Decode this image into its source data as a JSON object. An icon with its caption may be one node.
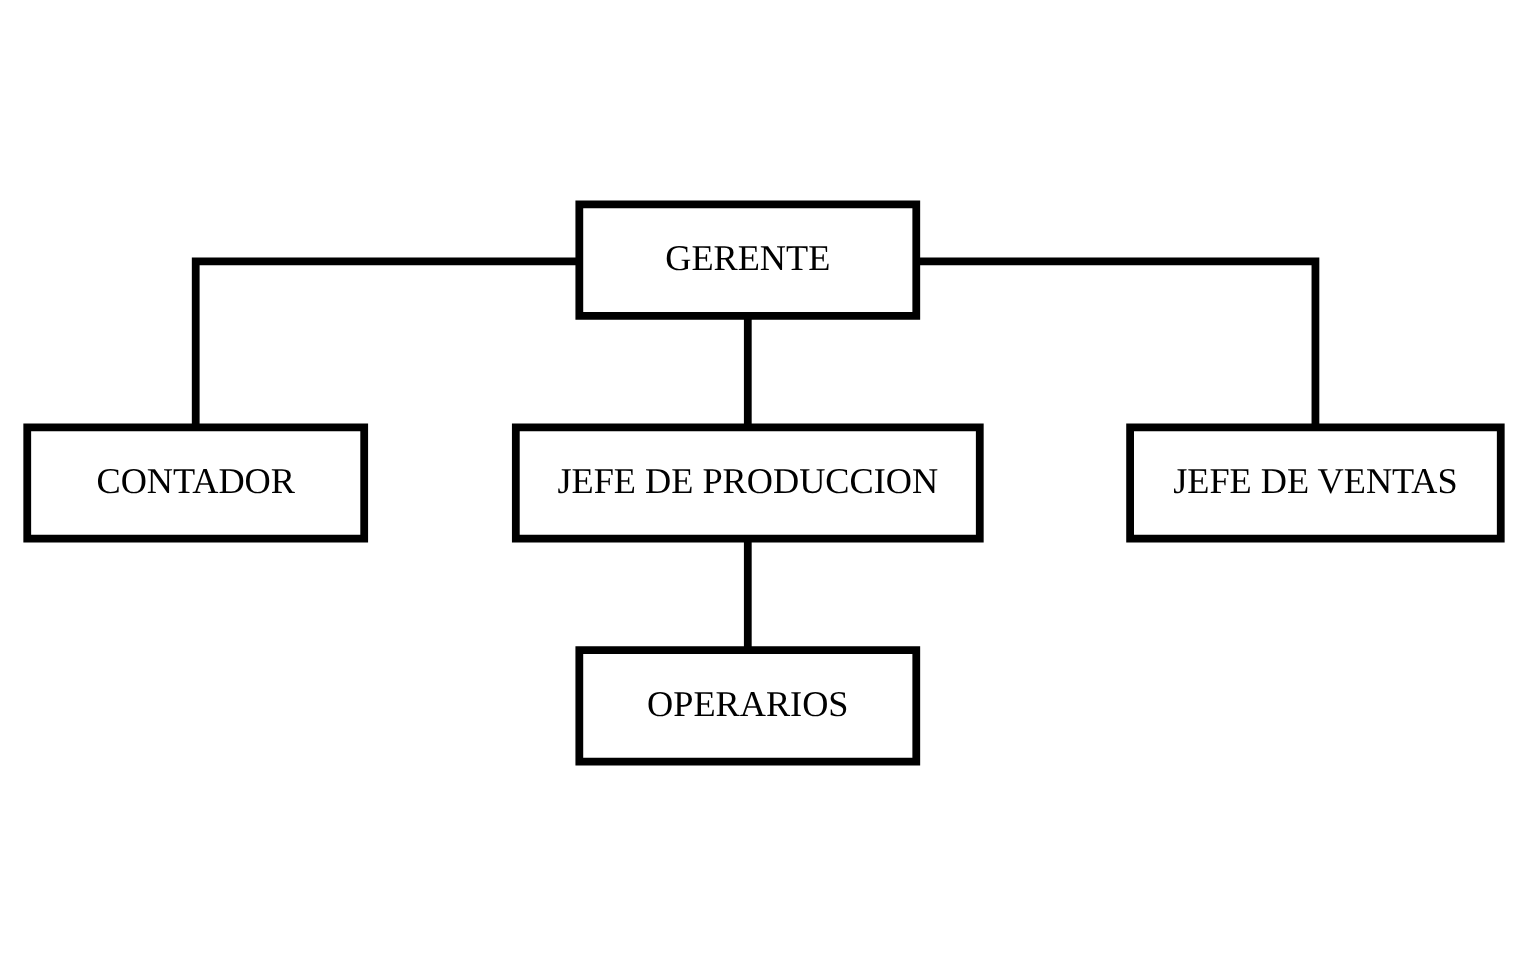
{
  "diagram": {
    "nodes": [
      {
        "text": [
          "GERENTE"
        ]
      },
      {
        "text": [
          "CONTADOR"
        ]
      },
      {
        "text": [
          "JEFE DE PRODUCCION"
        ]
      },
      {
        "text": [
          "JEFE DE VENTAS"
        ]
      },
      {
        "text": [
          "OPERARIOS"
        ]
      }
    ],
    "edges": [
      {
        "from": 0,
        "to": 1,
        "arrow": "none"
      },
      {
        "from": 0,
        "to": 2,
        "arrow": "none"
      },
      {
        "from": 0,
        "to": 3,
        "arrow": "none"
      },
      {
        "from": 2,
        "to": 4,
        "arrow": "none"
      }
    ]
  }
}
